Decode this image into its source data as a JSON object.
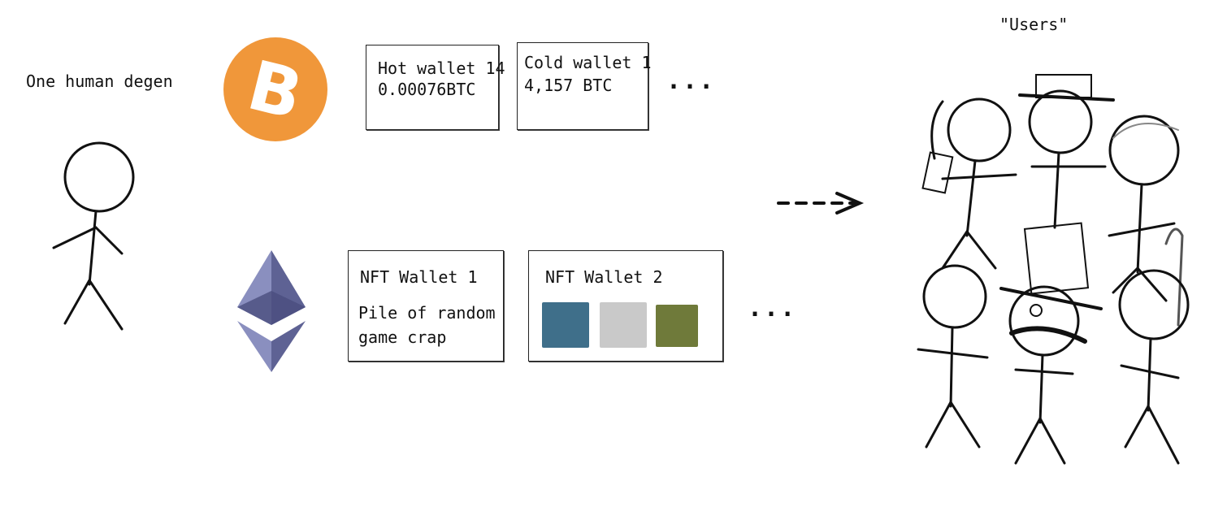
{
  "labels": {
    "human": "One human degen",
    "users": "\"Users\""
  },
  "btc_wallets": [
    {
      "name": "Hot wallet 14",
      "balance": "0.00076BTC"
    },
    {
      "name": "Cold wallet 1",
      "balance": "4,157 BTC"
    }
  ],
  "btc_more": "...",
  "eth_wallets": {
    "wallet1": {
      "name": "NFT Wallet 1",
      "line1": "Pile of random",
      "line2": "game crap"
    },
    "wallet2": {
      "name": "NFT Wallet 2"
    }
  },
  "eth_more": "...",
  "colors": {
    "bitcoin": "#f0973a",
    "ethereum": "#6b6f9e",
    "ape_bg": [
      "#3f6f8a",
      "#c9c9c9",
      "#6f7a3a"
    ]
  }
}
